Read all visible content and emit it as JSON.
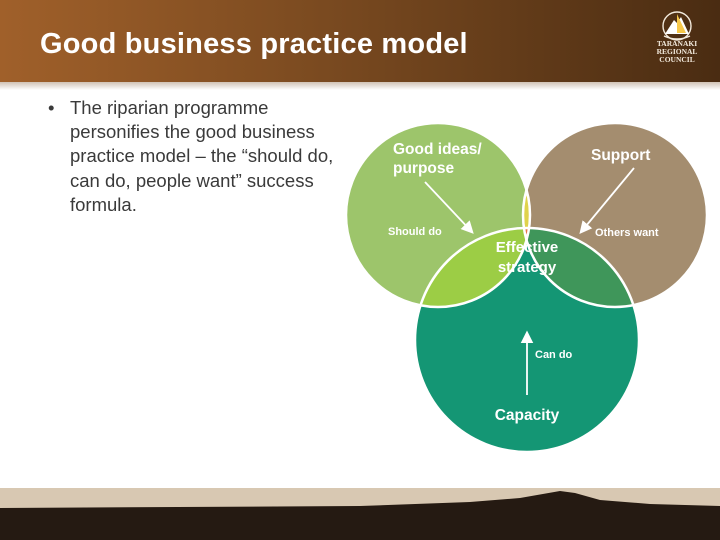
{
  "slide": {
    "title": "Good business practice model",
    "bullets": [
      "The riparian programme personifies the good business practice model – the “should do, can do, people want” success formula."
    ]
  },
  "logo": {
    "lines": [
      "TARANAKI",
      "REGIONAL",
      "COUNCIL"
    ],
    "icon": "sail-boat-mountain-icon"
  },
  "diagram": {
    "circles": [
      {
        "key": "good_ideas",
        "title_lines": [
          "Good ideas/",
          "purpose"
        ],
        "arrow_label": "Should do",
        "color": "#9dc56b"
      },
      {
        "key": "support",
        "title_lines": [
          "Support"
        ],
        "arrow_label": "Others want",
        "color": "#a48d6f"
      },
      {
        "key": "capacity",
        "title_lines": [
          "Capacity"
        ],
        "arrow_label": "Can do",
        "color": "#149674"
      }
    ],
    "center_lines": [
      "Effective",
      "strategy"
    ],
    "overlap_colors": {
      "ideas_support": "#dfd24c",
      "ideas_capacity": "#9ccd45",
      "support_capacity": "#3f965a",
      "center": "#e5774a"
    }
  },
  "colors": {
    "header_brown": "#7a4a20",
    "footer_tan": "#d8c8b2",
    "footer_dark": "#251a12",
    "body_text": "#3a3a3a"
  }
}
